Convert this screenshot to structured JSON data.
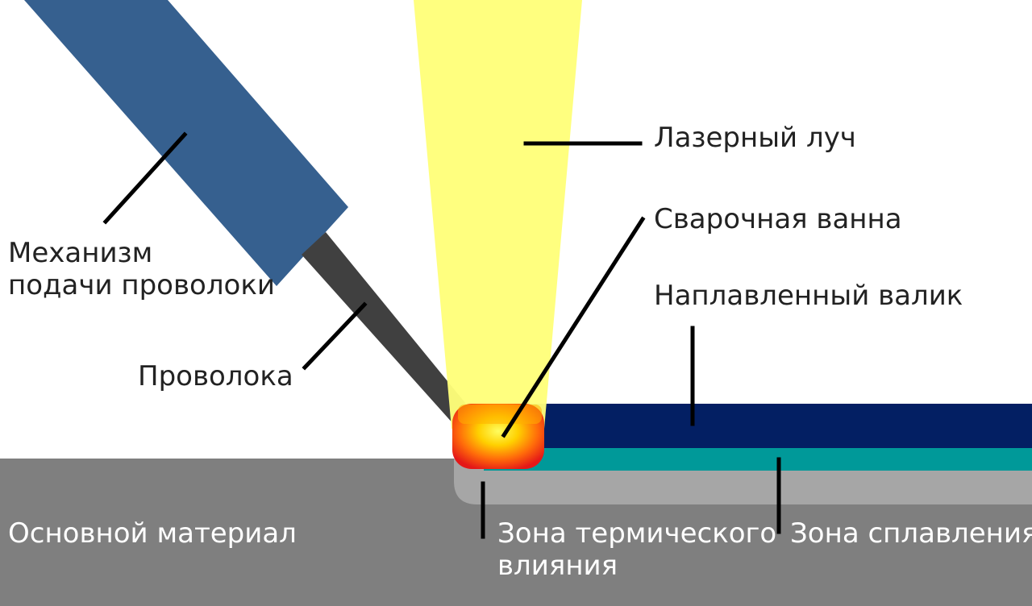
{
  "labels": {
    "laser_beam": "Лазерный луч",
    "weld_pool": "Сварочная ванна",
    "deposited_bead": "Наплавленный валик",
    "wire_feeder": "Механизм\nподачи проволоки",
    "wire": "Проволока",
    "base_material": "Основной материал",
    "heat_affected_zone": "Зона термического\nвлияния",
    "fusion_zone": "Зона сплавления"
  },
  "colors": {
    "laser_beam": "#ffff7a",
    "feeder_body": "#36608f",
    "wire": "#404040",
    "deposited_bead": "#031f63",
    "fusion_zone": "#009999",
    "heat_affected_zone": "#a6a6a6",
    "base_material": "#7f7f7f",
    "pool_outer": "#ee1b1b",
    "pool_inner": "#ffe600",
    "leader_line": "#000000"
  }
}
